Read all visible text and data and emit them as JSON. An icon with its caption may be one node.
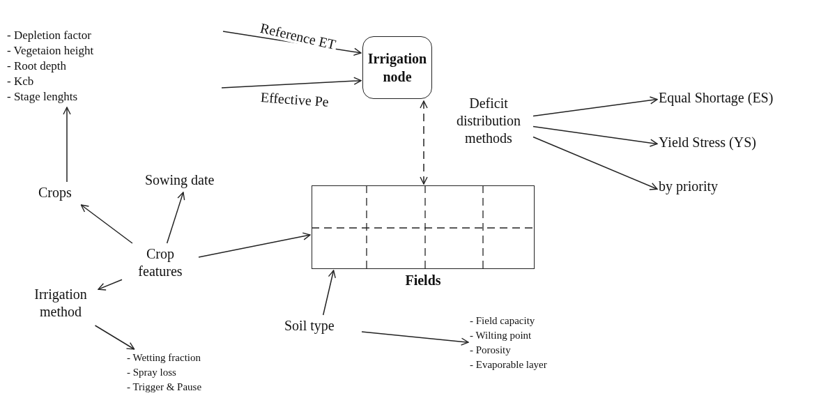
{
  "diagram": {
    "nodes": [
      {
        "text": [
          "Irrigation node"
        ]
      },
      {
        "text": [
          "Fields"
        ]
      },
      {
        "text": [
          "Deficit distribution methods"
        ]
      },
      {
        "text": [
          "Equal Shortage (ES)"
        ]
      },
      {
        "text": [
          "Yield Stress (YS)"
        ]
      },
      {
        "text": [
          "by priority"
        ]
      },
      {
        "text": [
          "Crop features"
        ]
      },
      {
        "text": [
          "Crops"
        ]
      },
      {
        "text": [
          "- Depletion factor",
          "- Vegetaion height",
          "- Root depth",
          "- Kcb",
          "- Stage lenghts"
        ]
      },
      {
        "text": [
          "Sowing date"
        ]
      },
      {
        "text": [
          "Irrigation method"
        ]
      },
      {
        "text": [
          "- Wetting fraction",
          "- Spray loss",
          "- Trigger & Pause"
        ]
      },
      {
        "text": [
          "Soil type"
        ]
      },
      {
        "text": [
          "- Field capacity",
          "- Wilting point",
          "- Porosity",
          "- Evaporable layer"
        ]
      }
    ],
    "edges": [
      {
        "from": null,
        "to": 0,
        "arrow": "to",
        "label": "Reference ET"
      },
      {
        "from": null,
        "to": 0,
        "arrow": "to",
        "label": "Effective Pe"
      },
      {
        "from": 0,
        "to": 1,
        "arrow": "both",
        "style": "dashed"
      },
      {
        "from": 2,
        "to": 3,
        "arrow": "to"
      },
      {
        "from": 2,
        "to": 4,
        "arrow": "to"
      },
      {
        "from": 2,
        "to": 5,
        "arrow": "to"
      },
      {
        "from": 7,
        "to": 8,
        "arrow": "to"
      },
      {
        "from": 6,
        "to": 7,
        "arrow": "to"
      },
      {
        "from": 6,
        "to": 9,
        "arrow": "to"
      },
      {
        "from": 6,
        "to": 1,
        "arrow": "to"
      },
      {
        "from": 6,
        "to": 10,
        "arrow": "to"
      },
      {
        "from": 10,
        "to": 11,
        "arrow": "to"
      },
      {
        "from": 12,
        "to": 1,
        "arrow": "to"
      },
      {
        "from": 12,
        "to": 13,
        "arrow": "to"
      }
    ]
  }
}
